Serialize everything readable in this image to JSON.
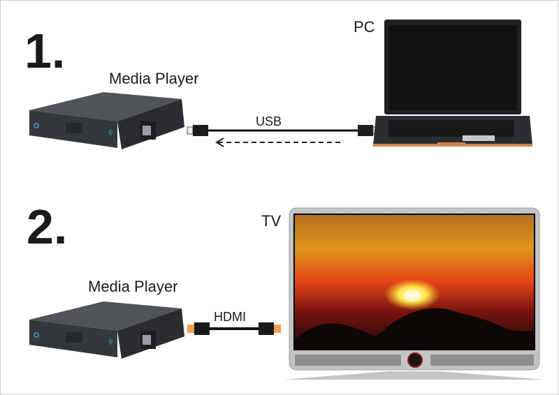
{
  "steps": [
    {
      "number": "1.",
      "device_label": "Media Player",
      "target_label": "PC",
      "cable_label": "USB",
      "cable_direction": "data flows from PC to Media Player (dashed arrow left)"
    },
    {
      "number": "2.",
      "device_label": "Media Player",
      "target_label": "TV",
      "cable_label": "HDMI"
    }
  ],
  "colors": {
    "player_body": "#3a3d40",
    "player_led": "#3aa6e0",
    "laptop_trim": "#d2834a",
    "hdmi_tip": "#f0a050",
    "tv_frame": "#c4c4c4",
    "tv_button": "#8a1a22"
  }
}
